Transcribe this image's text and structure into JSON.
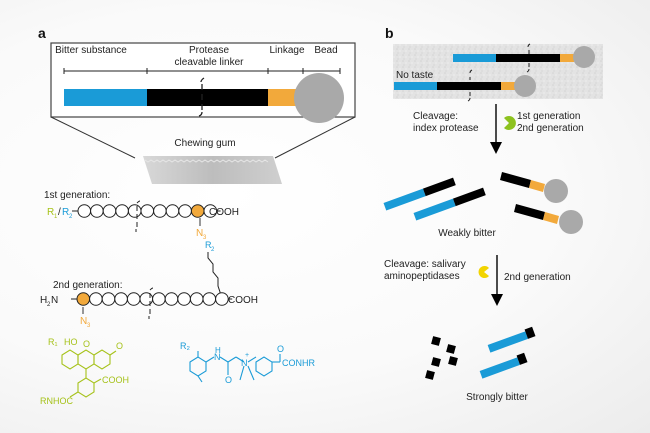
{
  "colors": {
    "bitter": "#1a9bd7",
    "linker": "#000000",
    "linkage": "#f2a93b",
    "bead": "#a9a9a9",
    "r1_green": "#a6c21a",
    "r2_blue": "#1a9bd7",
    "azide_orange": "#f2a93b",
    "protease_green": "#8dc21f",
    "aminopeptidase_yellow": "#f2d400"
  },
  "panel_a": {
    "label": "a",
    "segment_labels": {
      "bitter": "Bitter substance",
      "linker_line1": "Protease",
      "linker_line2": "cleavable linker",
      "linkage": "Linkage",
      "bead": "Bead"
    },
    "chewing_gum": "Chewing gum",
    "gen1": {
      "title": "1st generation:",
      "left_r1": "R",
      "left_r1_sub": "1",
      "slash": "/",
      "left_r2": "R",
      "left_r2_sub": "2",
      "right": "COOH",
      "azide": "N",
      "azide_sub": "3"
    },
    "gen2": {
      "title": "2nd generation:",
      "left": "H",
      "left_sub": "2",
      "left_tail": "N",
      "right": "COOH",
      "azide": "N",
      "azide_sub": "3",
      "sidechain_r": "R",
      "sidechain_r_sub": "2"
    },
    "structures": {
      "r1_label": "R₁",
      "r1_ho": "HO",
      "r1_o": "O",
      "r1_ketone": "O",
      "r1_cooh": "COOH",
      "r1_rnhoc": "RNHOC",
      "r2_label": "R₂",
      "r2_nh_h": "H",
      "r2_nh_n": "N",
      "r2_o1": "O",
      "r2_nplus": "N",
      "r2_plus": "+",
      "r2_o2": "O",
      "r2_conhr": "CONHR"
    }
  },
  "panel_b": {
    "label": "b",
    "no_taste": "No taste",
    "cleavage1_line1": "Cleavage:",
    "cleavage1_line2": "index protease",
    "gen_line1": "1st generation",
    "gen_line2": "2nd generation",
    "weakly": "Weakly bitter",
    "cleavage2_line1": "Cleavage: salivary",
    "cleavage2_line2": "aminopeptidases",
    "gen2_only": "2nd generation",
    "strongly": "Strongly bitter"
  }
}
